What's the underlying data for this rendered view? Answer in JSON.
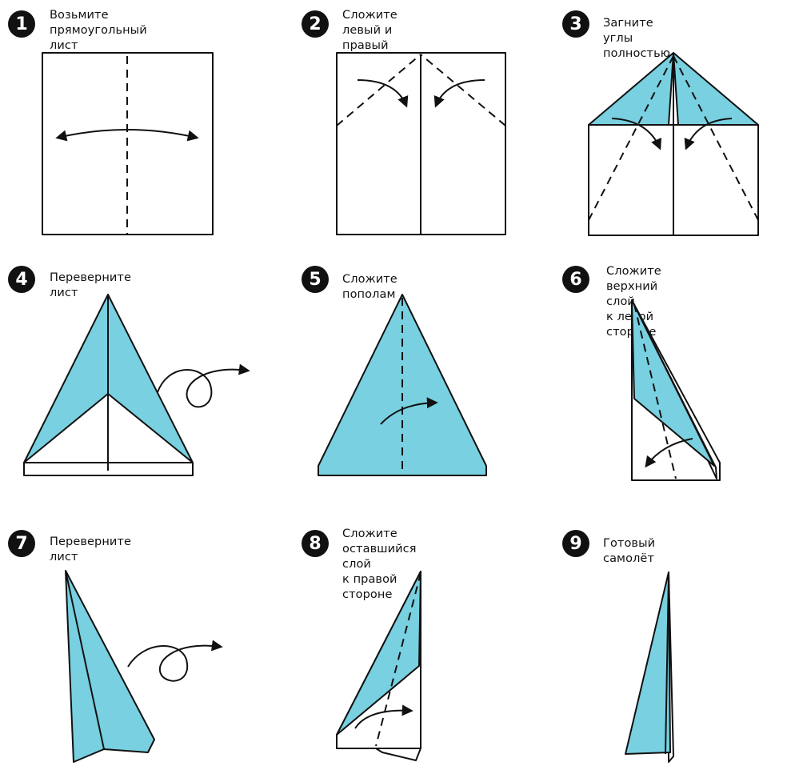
{
  "colors": {
    "fold_blue": "#78D0E0",
    "ink": "#111111",
    "paper": "#FFFFFF"
  },
  "steps": [
    {
      "number": "1",
      "caption": "Возьмите прямоугольный лист\nбумаги, и сложите его пополам"
    },
    {
      "number": "2",
      "caption": "Сложите левый и правый\nуглы к центру"
    },
    {
      "number": "3",
      "caption": "Загните углы полностью"
    },
    {
      "number": "4",
      "caption": "Переверните лист"
    },
    {
      "number": "5",
      "caption": "Сложите пополам"
    },
    {
      "number": "6",
      "caption": "Сложите верхний слой\nк левой стороне"
    },
    {
      "number": "7",
      "caption": "Переверните лист"
    },
    {
      "number": "8",
      "caption": "Сложите оставшийся слой\nк правой стороне"
    },
    {
      "number": "9",
      "caption": "Готовый самолёт"
    }
  ]
}
